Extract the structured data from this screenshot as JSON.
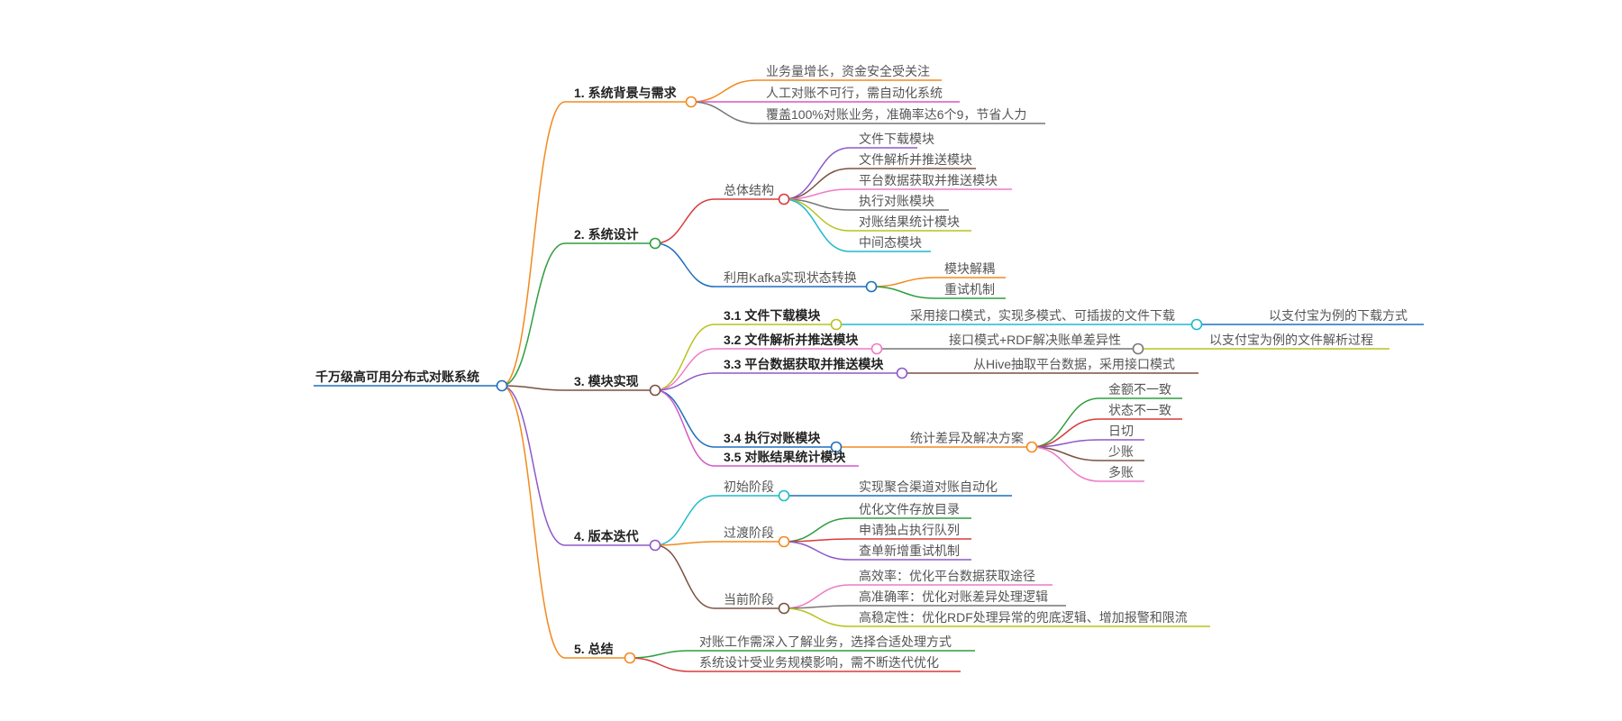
{
  "root": {
    "label": "千万级高可用分布式对账系统",
    "color": "#1f6fbf"
  },
  "sections": [
    {
      "label": "1. 系统背景与需求",
      "color": "#f28a1e",
      "children": [
        {
          "label": "业务量增长，资金安全受关注",
          "color": "#f28a1e"
        },
        {
          "label": "人工对账不可行，需自动化系统",
          "color": "#d657c8"
        },
        {
          "label": "覆盖100%对账业务，准确率达6个9，节省人力",
          "color": "#777777"
        }
      ]
    },
    {
      "label": "2. 系统设计",
      "color": "#2e9e3e",
      "children": [
        {
          "label": "总体结构",
          "color": "#d93a3a",
          "children": [
            {
              "label": "文件下载模块",
              "color": "#8e58c9"
            },
            {
              "label": "文件解析并推送模块",
              "color": "#7a5040"
            },
            {
              "label": "平台数据获取并推送模块",
              "color": "#ef7ac6"
            },
            {
              "label": "执行对账模块",
              "color": "#777777"
            },
            {
              "label": "对账结果统计模块",
              "color": "#b8c21c"
            },
            {
              "label": "中间态模块",
              "color": "#1fbac9"
            }
          ]
        },
        {
          "label": "利用Kafka实现状态转换",
          "color": "#1f6fbf",
          "children": [
            {
              "label": "模块解耦",
              "color": "#f28a1e"
            },
            {
              "label": "重试机制",
              "color": "#2e9e3e"
            }
          ]
        }
      ]
    },
    {
      "label": "3. 模块实现",
      "color": "#7a5040",
      "children": [
        {
          "label": "3.1 文件下载模块",
          "color": "#b8c21c",
          "bold": true,
          "children": [
            {
              "label": "采用接口模式，实现多模式、可插拔的文件下载",
              "color": "#1fbac9",
              "children": [
                {
                  "label": "以支付宝为例的下载方式",
                  "color": "#1f6fbf"
                }
              ]
            }
          ]
        },
        {
          "label": "3.2 文件解析并推送模块",
          "color": "#ef7ac6",
          "bold": true,
          "children": [
            {
              "label": "接口模式+RDF解决账单差异性",
              "color": "#777777",
              "children": [
                {
                  "label": "以支付宝为例的文件解析过程",
                  "color": "#b8c21c"
                }
              ]
            }
          ]
        },
        {
          "label": "3.3 平台数据获取并推送模块",
          "color": "#8e58c9",
          "bold": true,
          "children": [
            {
              "label": "从Hive抽取平台数据，采用接口模式",
              "color": "#7a5040"
            }
          ]
        },
        {
          "label": "3.4 执行对账模块",
          "color": "#1f6fbf",
          "bold": true,
          "children": [
            {
              "label": "统计差异及解决方案",
              "color": "#f28a1e",
              "children": [
                {
                  "label": "金额不一致",
                  "color": "#2e9e3e"
                },
                {
                  "label": "状态不一致",
                  "color": "#d93a3a"
                },
                {
                  "label": "日切",
                  "color": "#8e58c9"
                },
                {
                  "label": "少账",
                  "color": "#7a5040"
                },
                {
                  "label": "多账",
                  "color": "#ef7ac6"
                }
              ]
            }
          ]
        },
        {
          "label": "3.5 对账结果统计模块",
          "color": "#d657c8",
          "bold": true
        }
      ]
    },
    {
      "label": "4. 版本迭代",
      "color": "#8e58c9",
      "children": [
        {
          "label": "初始阶段",
          "color": "#1fbac9",
          "children": [
            {
              "label": "实现聚合渠道对账自动化",
              "color": "#1f6fbf"
            }
          ]
        },
        {
          "label": "过渡阶段",
          "color": "#f28a1e",
          "children": [
            {
              "label": "优化文件存放目录",
              "color": "#2e9e3e"
            },
            {
              "label": "申请独占执行队列",
              "color": "#d93a3a"
            },
            {
              "label": "查单新增重试机制",
              "color": "#8e58c9"
            }
          ]
        },
        {
          "label": "当前阶段",
          "color": "#7a5040",
          "children": [
            {
              "label": "高效率：优化平台数据获取途径",
              "color": "#ef7ac6"
            },
            {
              "label": "高准确率：优化对账差异处理逻辑",
              "color": "#777777"
            },
            {
              "label": "高稳定性：优化RDF处理异常的兜底逻辑、增加报警和限流",
              "color": "#b8c21c"
            }
          ]
        }
      ]
    },
    {
      "label": "5. 总结",
      "color": "#f28a1e",
      "children": [
        {
          "label": "对账工作需深入了解业务，选择合适处理方式",
          "color": "#2e9e3e"
        },
        {
          "label": "系统设计受业务规模影响，需不断迭代优化",
          "color": "#d93a3a"
        }
      ]
    }
  ]
}
